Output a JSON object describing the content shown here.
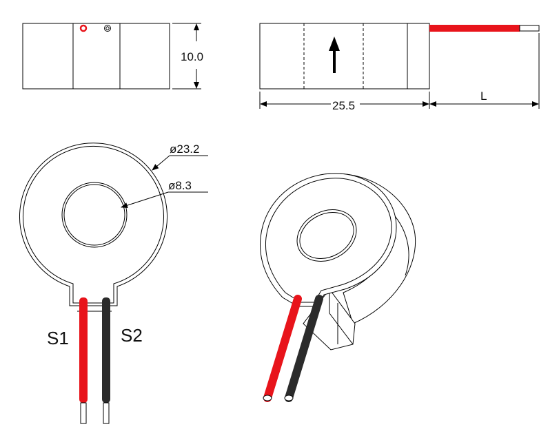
{
  "drawing": {
    "top_left": {
      "height_label": "10.0"
    },
    "top_right": {
      "width_label": "25.5",
      "lead_label": "L"
    },
    "front": {
      "outer_diameter": "ø23.2",
      "inner_diameter": "ø8.3",
      "s1_label": "S1",
      "s2_label": "S2"
    },
    "colors": {
      "wire_red": "#e8141b",
      "wire_black": "#2b2b2b",
      "line": "#000000",
      "background": "#ffffff"
    }
  }
}
